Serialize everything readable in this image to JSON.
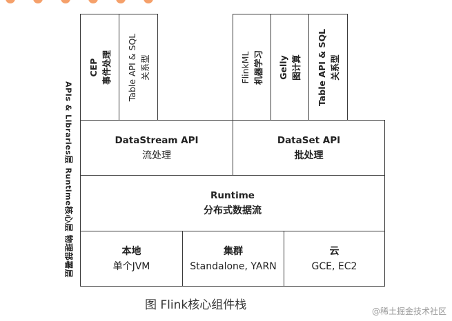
{
  "layers": {
    "apis": "APIs & Libraries",
    "apis_cn": "层",
    "runtime": "Runtime",
    "runtime_cn": "核心层",
    "physical_cn": "物理部署层"
  },
  "libraries": {
    "cep": {
      "en": "CEP",
      "cn": "事件处理"
    },
    "table_stream": {
      "en": "Table API & SQL",
      "cn": "关系型"
    },
    "flinkml": {
      "en": "FlinkML",
      "cn": "机器学习"
    },
    "gelly": {
      "en": "Gelly",
      "cn": "图计算"
    },
    "table_batch": {
      "en": "Table API & SQL",
      "cn": "关系型"
    }
  },
  "apis": {
    "datastream": {
      "en": "DataStream API",
      "cn": "流处理"
    },
    "dataset": {
      "en": "DataSet API",
      "cn": "批处理"
    }
  },
  "runtime": {
    "en": "Runtime",
    "cn": "分布式数据流"
  },
  "deploy": {
    "local": {
      "cn": "本地",
      "sub": "单个JVM"
    },
    "cluster": {
      "cn": "集群",
      "sub": "Standalone, YARN"
    },
    "cloud": {
      "cn": "云",
      "sub": "GCE, EC2"
    }
  },
  "caption": "图 Flink核心组件栈",
  "watermark": "@稀土掘金技术社区"
}
